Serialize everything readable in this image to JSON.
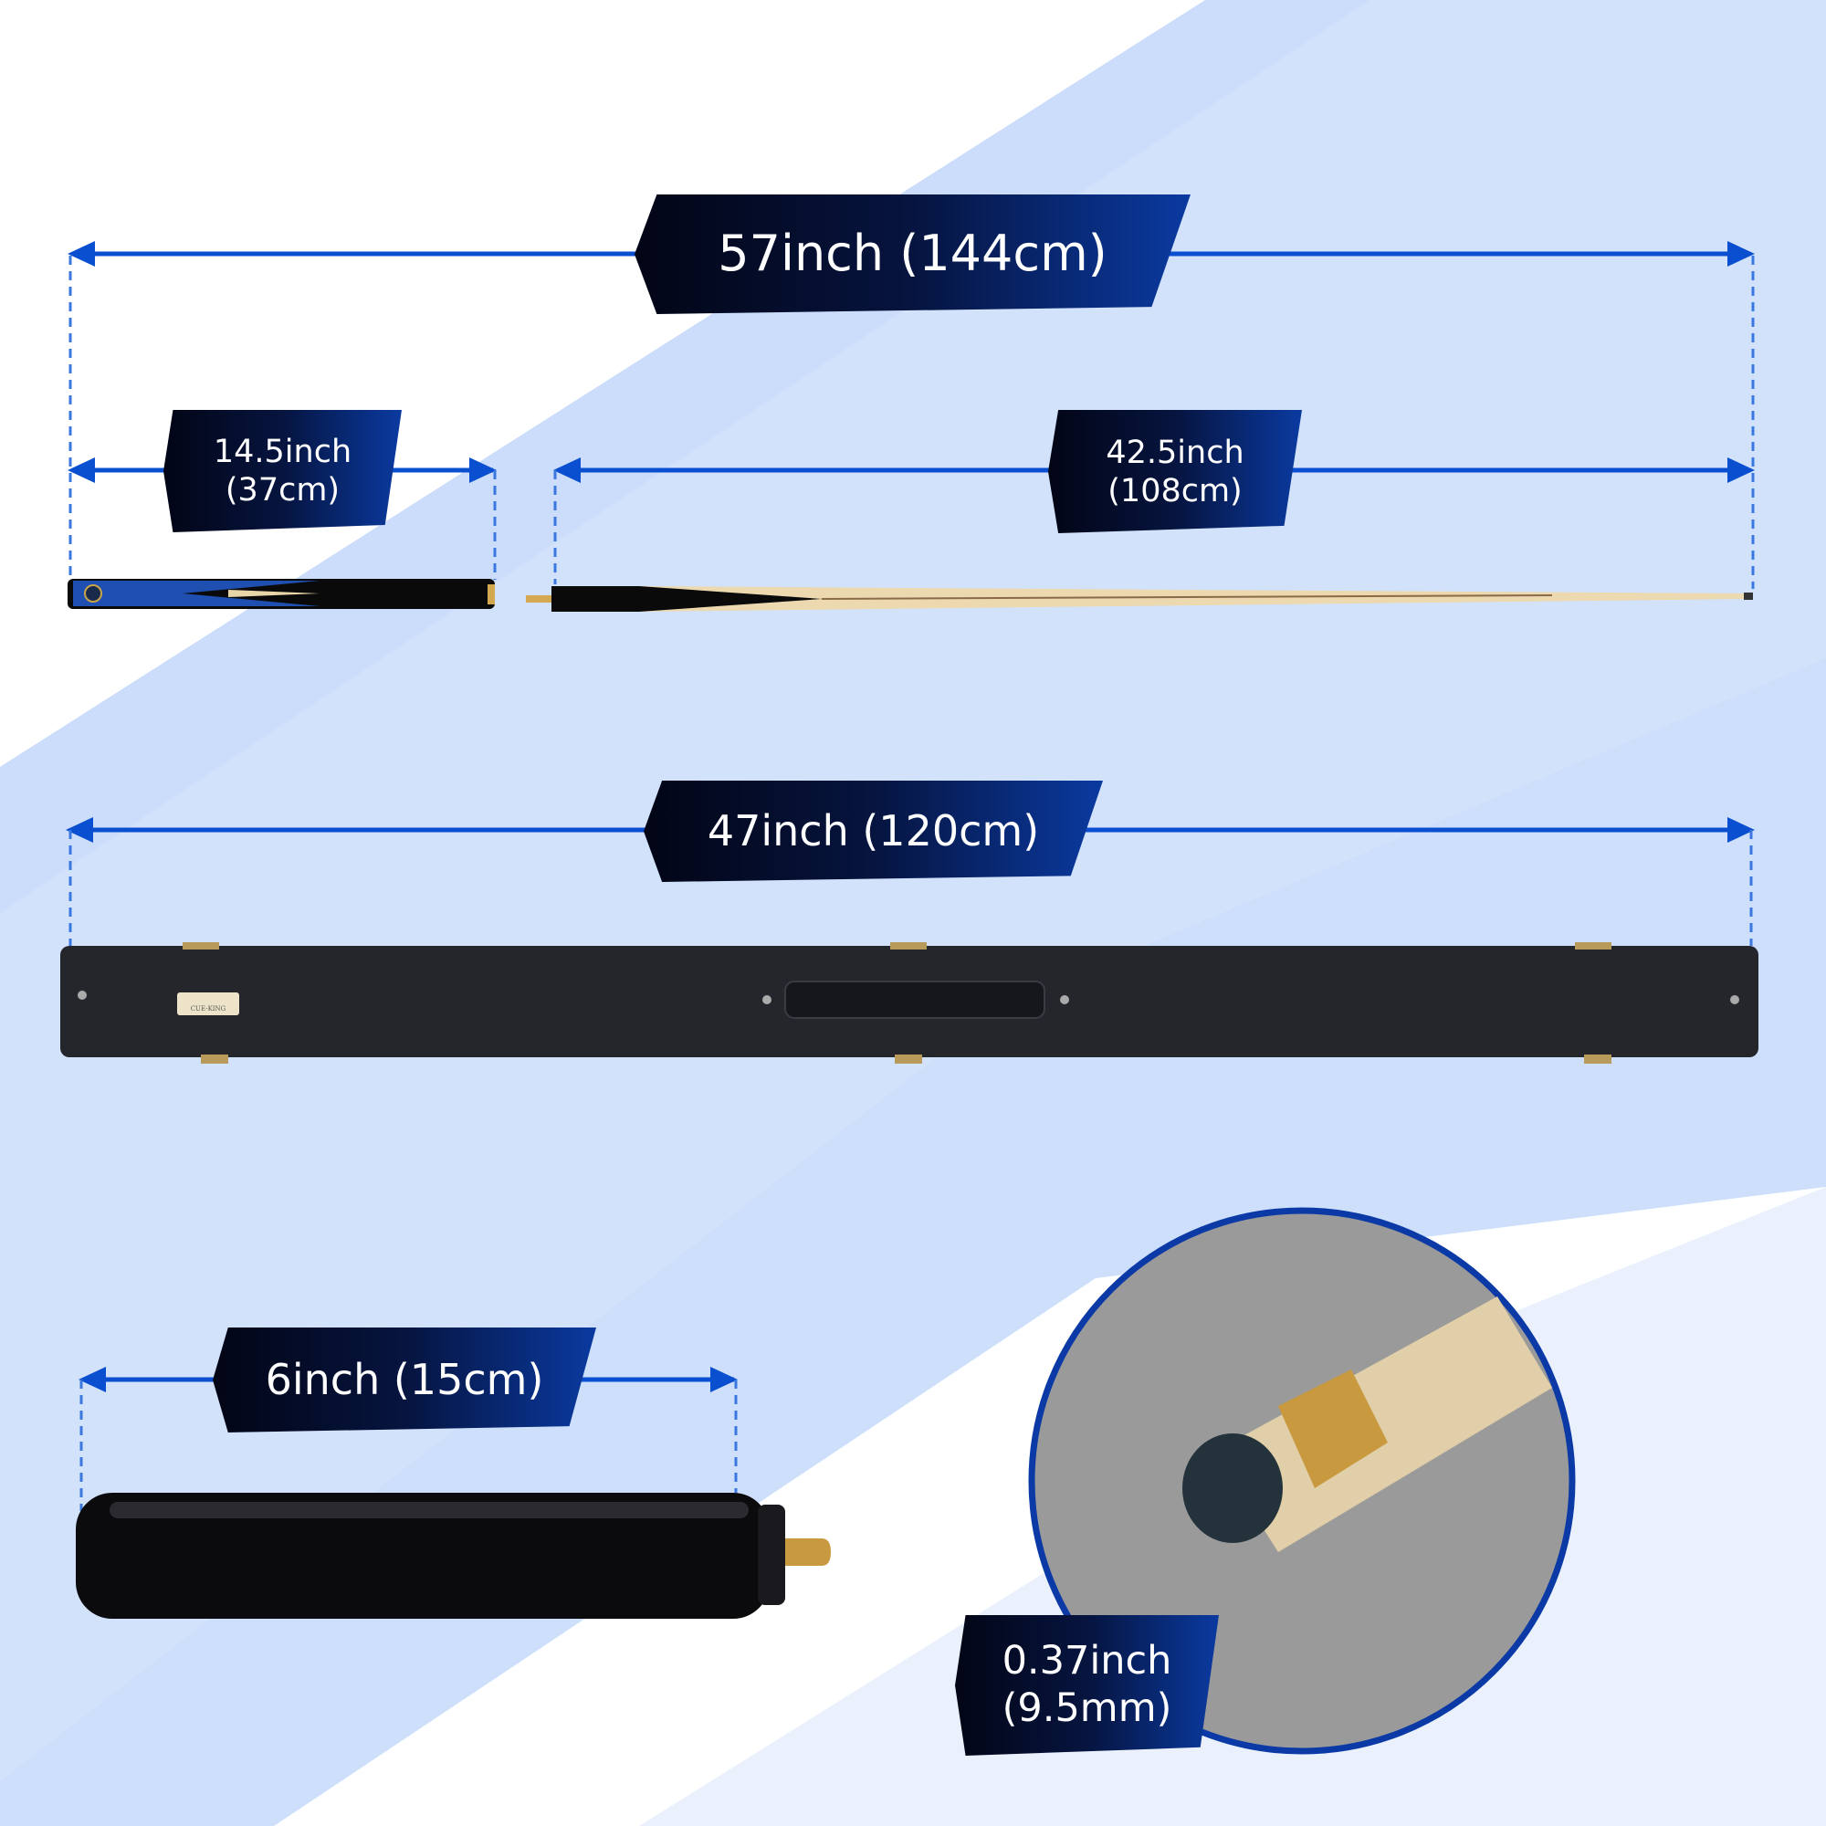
{
  "dimensions": {
    "total_cue": "57inch (144cm)",
    "butt": {
      "line1": "14.5inch",
      "line2": "(37cm)"
    },
    "shaft": {
      "line1": "42.5inch",
      "line2": "(108cm)"
    },
    "case": "47inch (120cm)",
    "extension": "6inch (15cm)",
    "tip": {
      "line1": "0.37inch",
      "line2": "(9.5mm)"
    }
  },
  "case_logo": "CUE-KING",
  "colors": {
    "accent": "#0a4fd0",
    "banner_dark": "#020515",
    "bg_blue": "#cfe0fb"
  }
}
